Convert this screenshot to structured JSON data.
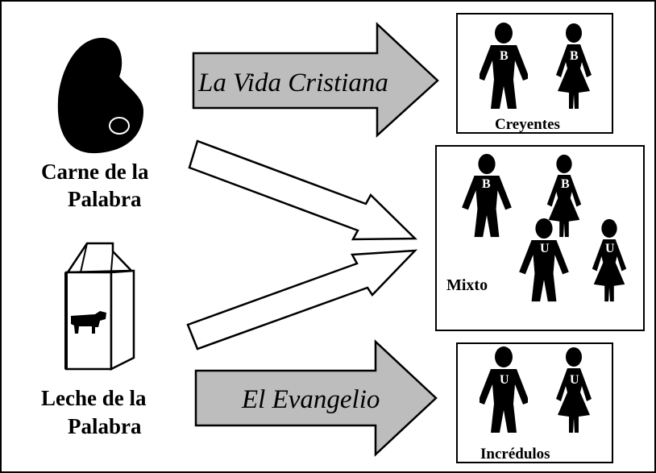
{
  "sources": {
    "meat_label": [
      "Carne de  la",
      "Palabra"
    ],
    "milk_label": [
      "Leche de la",
      "Palabra"
    ]
  },
  "arrows": {
    "top_label": "La Vida Cristiana",
    "bottom_label": "El Evangelio",
    "fill_color": "#bdbdbd"
  },
  "groups": {
    "believers": {
      "label": "Creyentes",
      "badges": [
        "B",
        "B"
      ]
    },
    "mixed": {
      "label": "Mixto",
      "badges": [
        "B",
        "B",
        "U",
        "U"
      ]
    },
    "unbelievers": {
      "label": "Incrédulos",
      "badges": [
        "U",
        "U"
      ]
    }
  },
  "icons": [
    "meat-icon",
    "milk-carton-icon",
    "cow-icon",
    "man-icon",
    "woman-icon"
  ]
}
